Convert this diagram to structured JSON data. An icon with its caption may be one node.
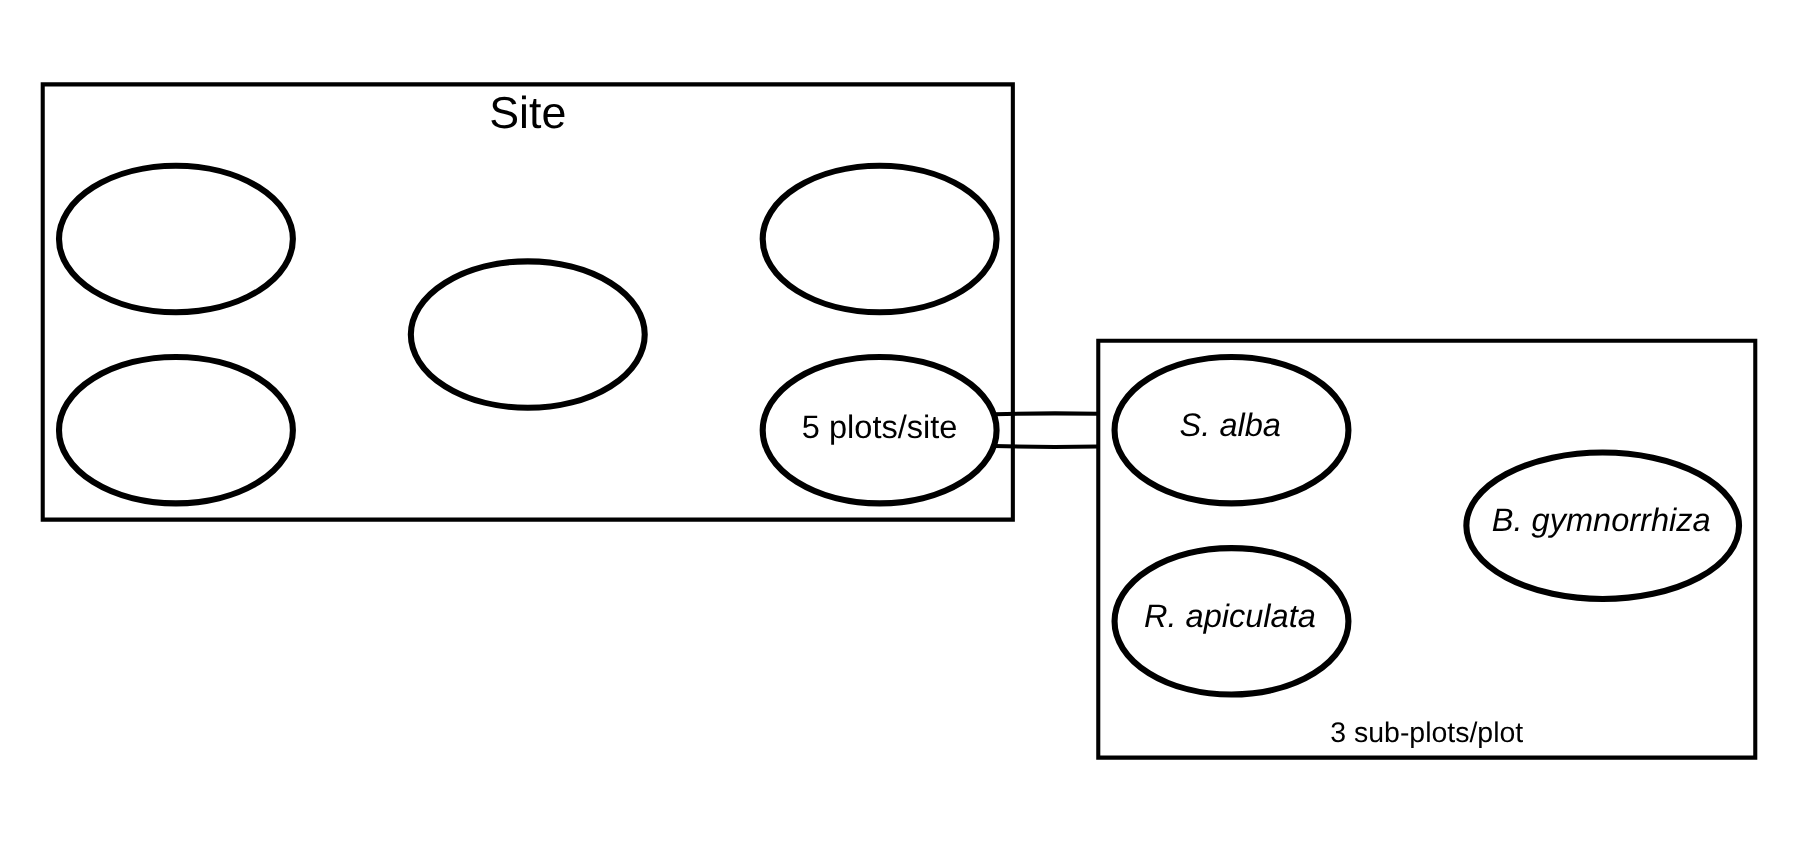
{
  "diagram": {
    "nodes": [
      {
        "text": [
          "Site"
        ]
      },
      {
        "text": [],
        "shape": "ellipse",
        "in": 0
      },
      {
        "text": [
          "5 plots/site"
        ],
        "in": 0
      },
      {
        "text": [],
        "shape": "ellipse",
        "in": 0
      },
      {
        "text": [],
        "shape": "ellipse",
        "in": 0
      },
      {
        "text": [],
        "shape": "ellipse",
        "in": 0
      },
      {
        "text": [
          "3 sub-plots/plot"
        ]
      },
      {
        "text": [
          "S. alba"
        ],
        "in": 6
      },
      {
        "text": [
          "R. apiculata"
        ],
        "in": 6
      },
      {
        "text": [
          "B. gymnorrhiza"
        ],
        "in": 6
      }
    ],
    "edges": [
      {
        "from": 2,
        "to": 6,
        "arrow": "none"
      },
      {
        "from": 2,
        "to": 6,
        "arrow": "none"
      }
    ]
  }
}
